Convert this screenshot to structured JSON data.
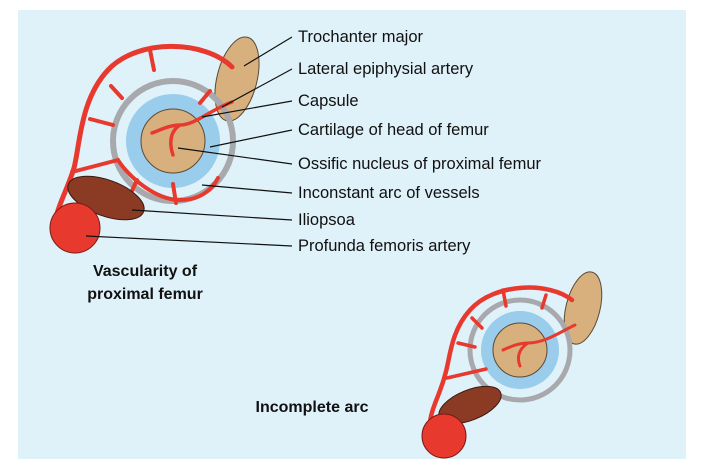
{
  "colors": {
    "background": "#dff1f9",
    "vessel": "#e8392f",
    "capsule": "#a7a9ac",
    "cartilage": "#99cdeb",
    "femoral_head": "#d7b07d",
    "iliopsoa": "#8b3a24",
    "trochanter": "#d7b07d"
  },
  "labels": {
    "trochanter_major": "Trochanter major",
    "lateral_epiphysial_artery": "Lateral epiphysial artery",
    "capsule": "Capsule",
    "cartilage": "Cartilage of head of femur",
    "ossific_nucleus": "Ossific nucleus of proximal femur",
    "inconstant_arc": "Inconstant arc of vessels",
    "iliopsoa": "Iliopsoa",
    "profunda": "Profunda femoris artery"
  },
  "captions": {
    "main_line1": "Vascularity of",
    "main_line2": "proximal femur",
    "second": "Incomplete arc"
  }
}
